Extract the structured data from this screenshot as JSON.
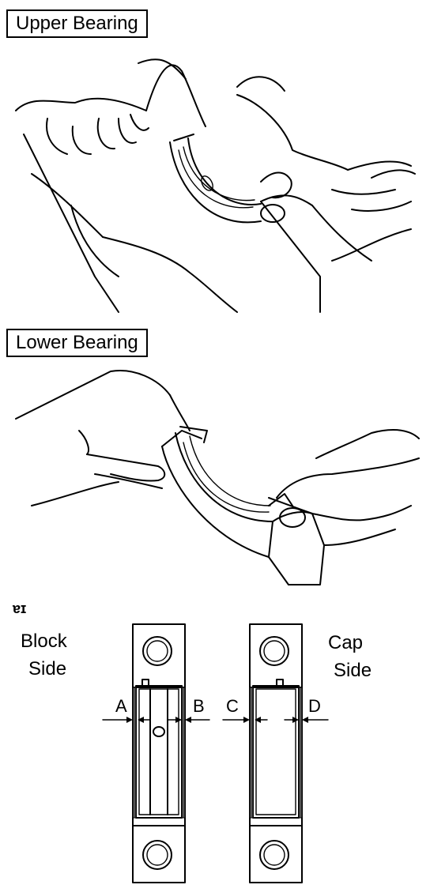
{
  "labels": {
    "upper_bearing": "Upper Bearing",
    "lower_bearing": "Lower Bearing"
  },
  "block_side": {
    "line1": "Block",
    "line2": "Side"
  },
  "cap_side": {
    "line1": "Cap",
    "line2": "Side"
  },
  "measure_points": {
    "a": "A",
    "b": "B",
    "c": "C",
    "d": "D"
  },
  "small_mark": "ɐɪ"
}
